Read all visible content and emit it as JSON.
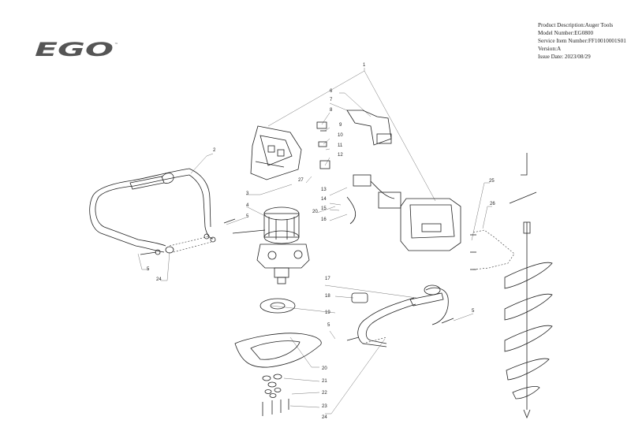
{
  "brand": {
    "logo_text": "EGO",
    "trademark": "™"
  },
  "info": {
    "product_description": "Product Description:Auger Tools",
    "model_number": "Model Number:EG0800",
    "service_item_number": "Service Item Number:FF10010001S01",
    "version": "Version:A",
    "issue_date": "Issue Date: 2023/08/29"
  },
  "callouts": {
    "c1": "1",
    "c2": "2",
    "c3": "3",
    "c4": "4",
    "c5a": "5",
    "c5b": "5",
    "c5c": "5",
    "c5d": "5",
    "c6": "6",
    "c7": "7",
    "c8": "8",
    "c9": "9",
    "c10": "10",
    "c11": "11",
    "c12": "12",
    "c13": "13",
    "c14": "14",
    "c15": "15",
    "c16": "16",
    "c17": "17",
    "c18": "18",
    "c19": "19",
    "c20a": "20",
    "c20b": "20",
    "c21": "21",
    "c22": "22",
    "c23": "23",
    "c24a": "24",
    "c24b": "24",
    "c25": "25",
    "c26": "26",
    "c27": "27"
  }
}
